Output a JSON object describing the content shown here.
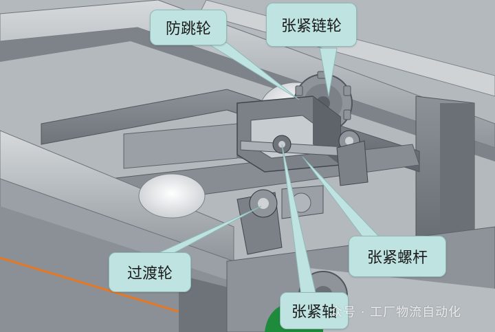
{
  "labels": {
    "anti_jump_wheel": "防跳轮",
    "tension_sprocket": "张紧链轮",
    "tension_screw": "张紧螺杆",
    "transition_wheel": "过渡轮",
    "tension_shaft": "张紧轴"
  },
  "watermark": "众号 · 工厂物流自动化",
  "colors": {
    "callout_fill": "#bfe3e1",
    "frame_gray": "#7d8389",
    "rail_light": "#b9bec3",
    "belt_orange": "#e87722",
    "chain_green": "#1e8a3c",
    "sprocket_gray": "#8e949a"
  }
}
